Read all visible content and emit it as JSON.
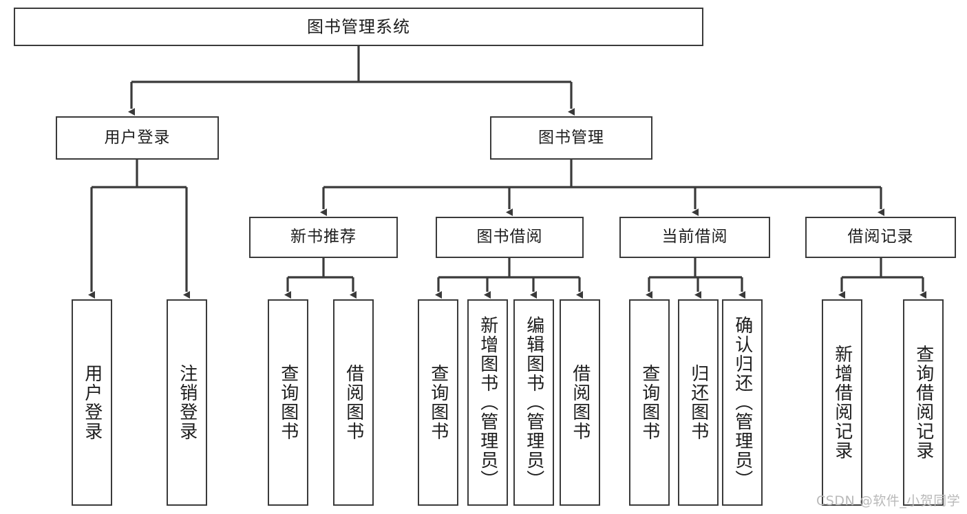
{
  "diagram": {
    "title": "图书管理系统",
    "type": "tree-hierarchy",
    "watermark": "CSDN @软件_小贺同学",
    "colors": {
      "box_border": "#3a3a3a",
      "box_fill": "#ffffff",
      "connector": "#3a3a3a",
      "text": "#1d1d1d",
      "watermark": "#b9b9b9",
      "background": "#ffffff"
    },
    "levels": {
      "root": {
        "label": "图书管理系统"
      },
      "level2": [
        {
          "id": "user-login",
          "label": "用户登录"
        },
        {
          "id": "book-management",
          "label": "图书管理"
        }
      ],
      "level3": [
        {
          "id": "new-book-recommend",
          "label": "新书推荐",
          "parent": "book-management"
        },
        {
          "id": "book-borrow",
          "label": "图书借阅",
          "parent": "book-management"
        },
        {
          "id": "current-borrow",
          "label": "当前借阅",
          "parent": "book-management"
        },
        {
          "id": "borrow-record",
          "label": "借阅记录",
          "parent": "book-management"
        }
      ],
      "leaves": {
        "user-login": [
          {
            "id": "leaf-user-login",
            "label": "用户登录"
          },
          {
            "id": "leaf-user-logout",
            "label": "注销登录"
          }
        ],
        "new-book-recommend": [
          {
            "id": "leaf-query-book-1",
            "label": "查询图书"
          },
          {
            "id": "leaf-borrow-book-1",
            "label": "借阅图书"
          }
        ],
        "book-borrow": [
          {
            "id": "leaf-query-book-2",
            "label": "查询图书"
          },
          {
            "id": "leaf-add-book",
            "label": "新增图书（管理员）"
          },
          {
            "id": "leaf-edit-book",
            "label": "编辑图书（管理员）"
          },
          {
            "id": "leaf-borrow-book-2",
            "label": "借阅图书"
          }
        ],
        "current-borrow": [
          {
            "id": "leaf-query-book-3",
            "label": "查询图书"
          },
          {
            "id": "leaf-return-book",
            "label": "归还图书"
          },
          {
            "id": "leaf-confirm-return",
            "label": "确认归还（管理员）"
          }
        ],
        "borrow-record": [
          {
            "id": "leaf-add-record",
            "label": "新增借阅记录"
          },
          {
            "id": "leaf-query-record",
            "label": "查询借阅记录"
          }
        ]
      }
    }
  }
}
